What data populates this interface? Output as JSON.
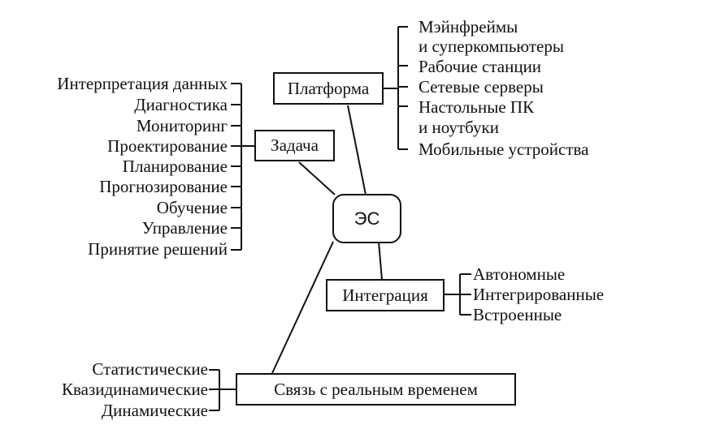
{
  "hub": {
    "label": "ЭС"
  },
  "platform": {
    "label": "Платформа",
    "items": [
      "Мэйнфреймы",
      "и суперкомпьютеры",
      "Рабочие станции",
      "Сетевые серверы",
      "Настольные ПК",
      "и ноутбуки",
      "Мобильные устройства"
    ]
  },
  "task": {
    "label": "Задача",
    "items": [
      "Интерпретация данных",
      "Диагностика",
      "Мониторинг",
      "Проектирование",
      "Планирование",
      "Прогнозирование",
      "Обучение",
      "Управление",
      "Принятие решений"
    ]
  },
  "integration": {
    "label": "Интеграция",
    "items": [
      "Автономные",
      "Интегрированные",
      "Встроенные"
    ]
  },
  "realtime": {
    "label": "Связь с реальным временем",
    "items": [
      "Статистические",
      "Квазидинамические",
      "Динамические"
    ]
  }
}
